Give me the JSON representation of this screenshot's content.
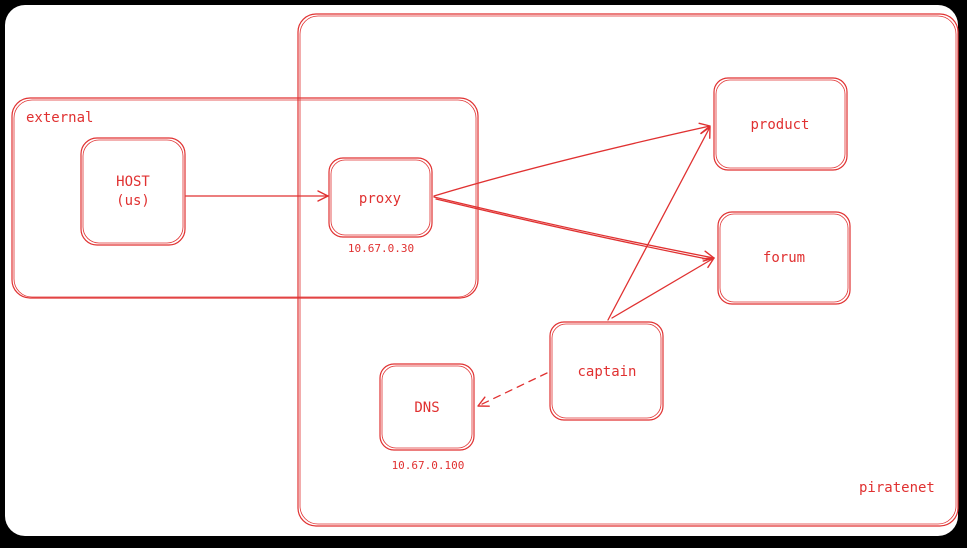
{
  "colors": {
    "frame": "#000000",
    "paper": "#ffffff",
    "stroke": "#e03131"
  },
  "groups": {
    "external": "external",
    "piratenet": "piratenet"
  },
  "nodes": {
    "host": {
      "line1": "HOST",
      "line2": "(us)"
    },
    "proxy": {
      "label": "proxy",
      "ip": "10.67.0.30"
    },
    "product": {
      "label": "product"
    },
    "forum": {
      "label": "forum"
    },
    "captain": {
      "label": "captain"
    },
    "dns": {
      "label": "DNS",
      "ip": "10.67.0.100"
    }
  }
}
